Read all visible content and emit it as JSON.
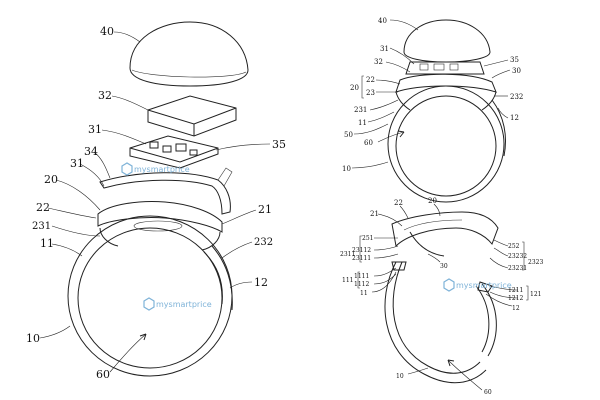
{
  "figure_left": {
    "labels": [
      "40",
      "32",
      "31",
      "35",
      "34",
      "31",
      "20",
      "22",
      "21",
      "231",
      "11",
      "232",
      "12",
      "10",
      "60"
    ]
  },
  "figure_top_right": {
    "labels": [
      "40",
      "31",
      "32",
      "35",
      "30",
      "22",
      "23",
      "20",
      "231",
      "232",
      "11",
      "12",
      "50",
      "60",
      "10"
    ]
  },
  "figure_bottom_right": {
    "labels": [
      "21",
      "22",
      "20",
      "251",
      "23112",
      "23111",
      "2311",
      "30",
      "252",
      "23232",
      "23231",
      "2323",
      "1111",
      "1112",
      "111",
      "11",
      "1211",
      "1212",
      "121",
      "12",
      "10",
      "60"
    ]
  },
  "watermark": "mysmartprice",
  "colors": {
    "line": "#222222",
    "watermark": "#7fb3d8",
    "background": "#ffffff"
  }
}
